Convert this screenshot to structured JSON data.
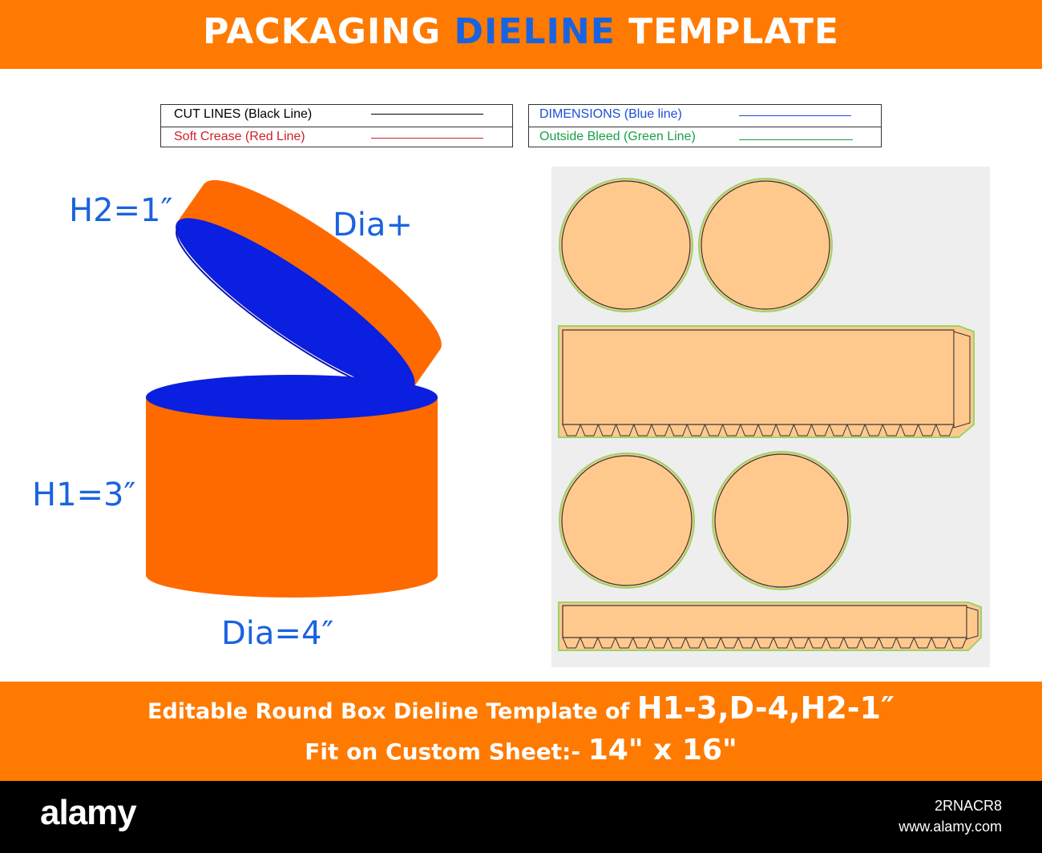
{
  "header": {
    "title_part1": "PACKAGING ",
    "title_highlight": "DIELINE",
    "title_part2": " TEMPLATE"
  },
  "legend": {
    "left": [
      {
        "label": "CUT LINES (Black Line)",
        "color": "#000000"
      },
      {
        "label": "Soft Crease (Red Line)",
        "color": "#d0202a"
      }
    ],
    "right": [
      {
        "label": "DIMENSIONS (Blue line)",
        "color": "#1a4fd6"
      },
      {
        "label": "Outside Bleed (Green Line)",
        "color": "#1aa04a"
      }
    ]
  },
  "illustration": {
    "labels": {
      "h2": "H2=1″",
      "dia_plus": "Dia+",
      "h1": "H1=3″",
      "dia": "Dia=4″"
    },
    "colors": {
      "outer": "#ff6a00",
      "inner": "#0a1fe0",
      "inner_dark": "#0a14b0",
      "dieline_fill": "#ffc98e",
      "bleed": "#9bd36a",
      "panel_bg": "#eeeeee"
    }
  },
  "footer_banner": {
    "line1_text": "Editable Round Box Dieline Template of ",
    "line1_big": "H1-3,D-4,H2-1″",
    "line2_text": "Fit on Custom Sheet:- ",
    "line2_big": "14\" x 16\""
  },
  "footer": {
    "logo": "alamy",
    "image_id": "2RNACR8",
    "url": "www.alamy.com"
  }
}
